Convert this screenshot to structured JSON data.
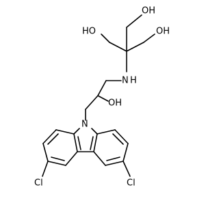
{
  "colors": {
    "bond": "#000000",
    "heteroatom": "#000000",
    "N": "#2233cc",
    "Cl": "#33aa22",
    "O": "#cc2200"
  },
  "atoms": {
    "oh_left": "HO",
    "oh_top": "OH",
    "oh_right": "OH",
    "amine": "N",
    "amine_h": "H",
    "oh_mid": "OH",
    "ring_n": "N",
    "cl_left": "Cl",
    "cl_right": "Cl"
  }
}
